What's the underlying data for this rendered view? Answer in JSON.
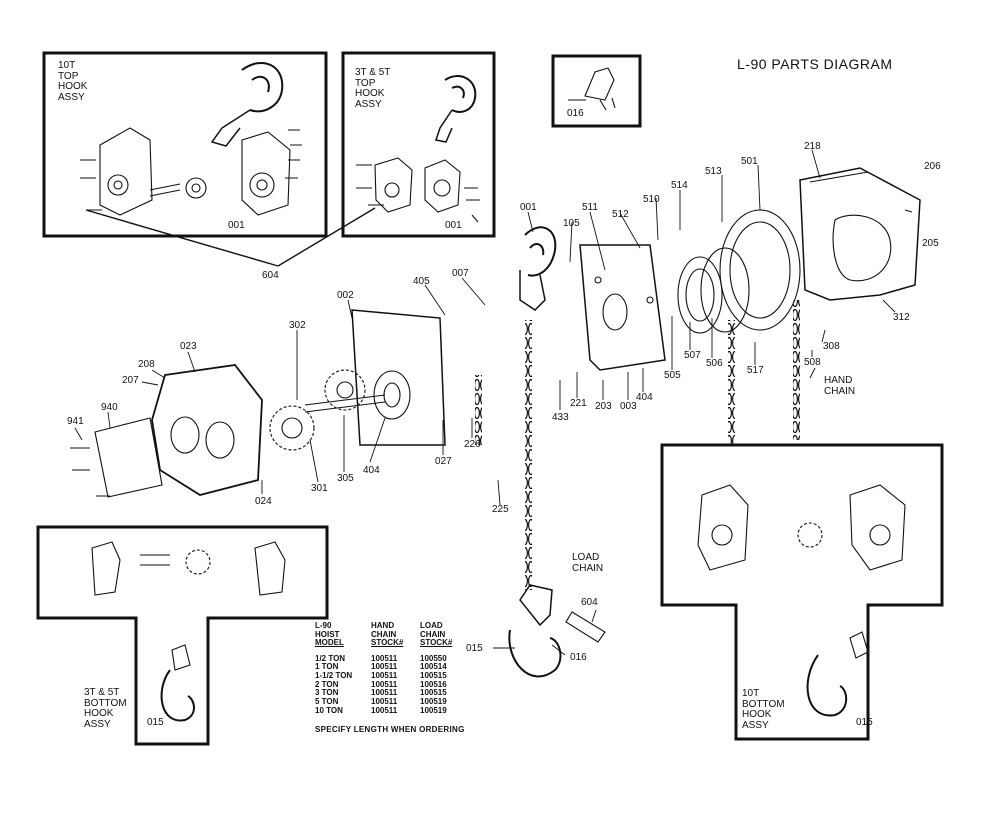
{
  "title": "L-90 PARTS DIAGRAM",
  "assemblies": {
    "top_10t": [
      "10T",
      "TOP",
      "HOOK",
      "ASSY"
    ],
    "top_3t5t": [
      "3T & 5T",
      "TOP",
      "HOOK",
      "ASSY"
    ],
    "bottom_3t5t": [
      "3T & 5T",
      "BOTTOM",
      "HOOK",
      "ASSY"
    ],
    "bottom_10t": [
      "10T",
      "BOTTOM",
      "HOOK",
      "ASSY"
    ]
  },
  "callouts": {
    "p001_a": "001",
    "p001_b": "001",
    "p001_c": "001",
    "p604_a": "604",
    "p604_b": "604",
    "p016_a": "016",
    "p016_b": "016",
    "p218": "218",
    "p206": "206",
    "p205": "205",
    "p501": "501",
    "p513": "513",
    "p514": "514",
    "p510": "510",
    "p511": "511",
    "p512": "512",
    "p105": "105",
    "p312": "312",
    "p308": "308",
    "p508": "508",
    "p517": "517",
    "p506": "506",
    "p507": "507",
    "p505": "505",
    "p404_a": "404",
    "p404_b": "404",
    "p003": "003",
    "p203": "203",
    "p221": "221",
    "p433": "433",
    "p405": "405",
    "p007": "007",
    "p002": "002",
    "p302": "302",
    "p023": "023",
    "p208": "208",
    "p207": "207",
    "p941": "941",
    "p940": "940",
    "p024": "024",
    "p301": "301",
    "p305": "305",
    "p027": "027",
    "p226": "226",
    "p225": "225",
    "p015_a": "015",
    "p015_b": "015",
    "p015_c": "015"
  },
  "hand_chain": [
    "HAND",
    "CHAIN"
  ],
  "load_chain": [
    "LOAD",
    "CHAIN"
  ],
  "stock_table": {
    "header_col1": [
      "L-90",
      "HOIST",
      "MODEL"
    ],
    "header_col2": [
      "HAND",
      "CHAIN",
      "STOCK#"
    ],
    "header_col3": [
      "LOAD",
      "CHAIN",
      "STOCK#"
    ],
    "rows": [
      {
        "model": "1/2 TON",
        "hand": "100511",
        "load": "100550"
      },
      {
        "model": "1 TON",
        "hand": "100511",
        "load": "100514"
      },
      {
        "model": "1-1/2 TON",
        "hand": "100511",
        "load": "100515"
      },
      {
        "model": "2 TON",
        "hand": "100511",
        "load": "100516"
      },
      {
        "model": "3 TON",
        "hand": "100511",
        "load": "100515"
      },
      {
        "model": "5 TON",
        "hand": "100511",
        "load": "100519"
      },
      {
        "model": "10 TON",
        "hand": "100511",
        "load": "100519"
      }
    ],
    "footer": "SPECIFY LENGTH WHEN ORDERING"
  }
}
